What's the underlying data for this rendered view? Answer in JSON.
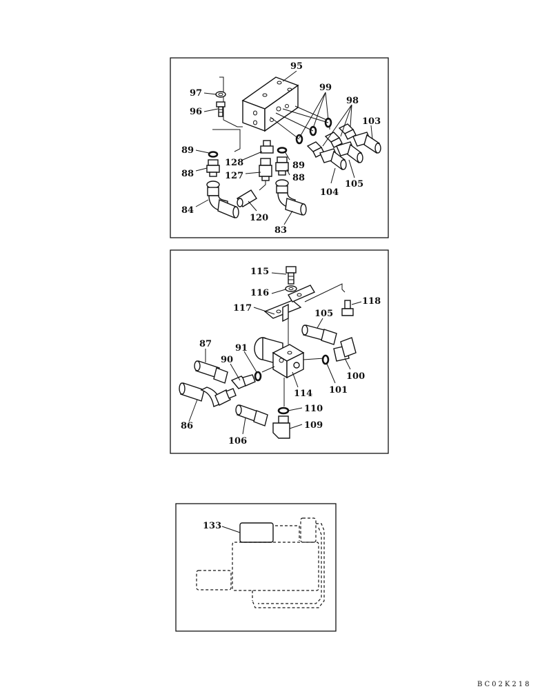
{
  "panels": [
    {
      "name": "upper-manifold",
      "labels": [
        {
          "id": "p95",
          "text": "95"
        },
        {
          "id": "p97",
          "text": "97"
        },
        {
          "id": "p96",
          "text": "96"
        },
        {
          "id": "p99",
          "text": "99"
        },
        {
          "id": "p98",
          "text": "98"
        },
        {
          "id": "p103",
          "text": "103"
        },
        {
          "id": "p89a",
          "text": "89"
        },
        {
          "id": "p128",
          "text": "128"
        },
        {
          "id": "p89b",
          "text": "89"
        },
        {
          "id": "p88a",
          "text": "88"
        },
        {
          "id": "p127",
          "text": "127"
        },
        {
          "id": "p88b",
          "text": "88"
        },
        {
          "id": "p105",
          "text": "105"
        },
        {
          "id": "p104",
          "text": "104"
        },
        {
          "id": "p84",
          "text": "84"
        },
        {
          "id": "p120",
          "text": "120"
        },
        {
          "id": "p83",
          "text": "83"
        }
      ]
    },
    {
      "name": "middle-valve",
      "labels": [
        {
          "id": "p115",
          "text": "115"
        },
        {
          "id": "p116",
          "text": "116"
        },
        {
          "id": "p118",
          "text": "118"
        },
        {
          "id": "p117",
          "text": "117"
        },
        {
          "id": "p105m",
          "text": "105"
        },
        {
          "id": "p87",
          "text": "87"
        },
        {
          "id": "p91",
          "text": "91"
        },
        {
          "id": "p90",
          "text": "90"
        },
        {
          "id": "p100",
          "text": "100"
        },
        {
          "id": "p114",
          "text": "114"
        },
        {
          "id": "p101",
          "text": "101"
        },
        {
          "id": "p86",
          "text": "86"
        },
        {
          "id": "p110",
          "text": "110"
        },
        {
          "id": "p109",
          "text": "109"
        },
        {
          "id": "p106",
          "text": "106"
        }
      ]
    },
    {
      "name": "location-view",
      "labels": [
        {
          "id": "p133",
          "text": "133"
        }
      ]
    }
  ],
  "drawing_code": "BC02K218"
}
